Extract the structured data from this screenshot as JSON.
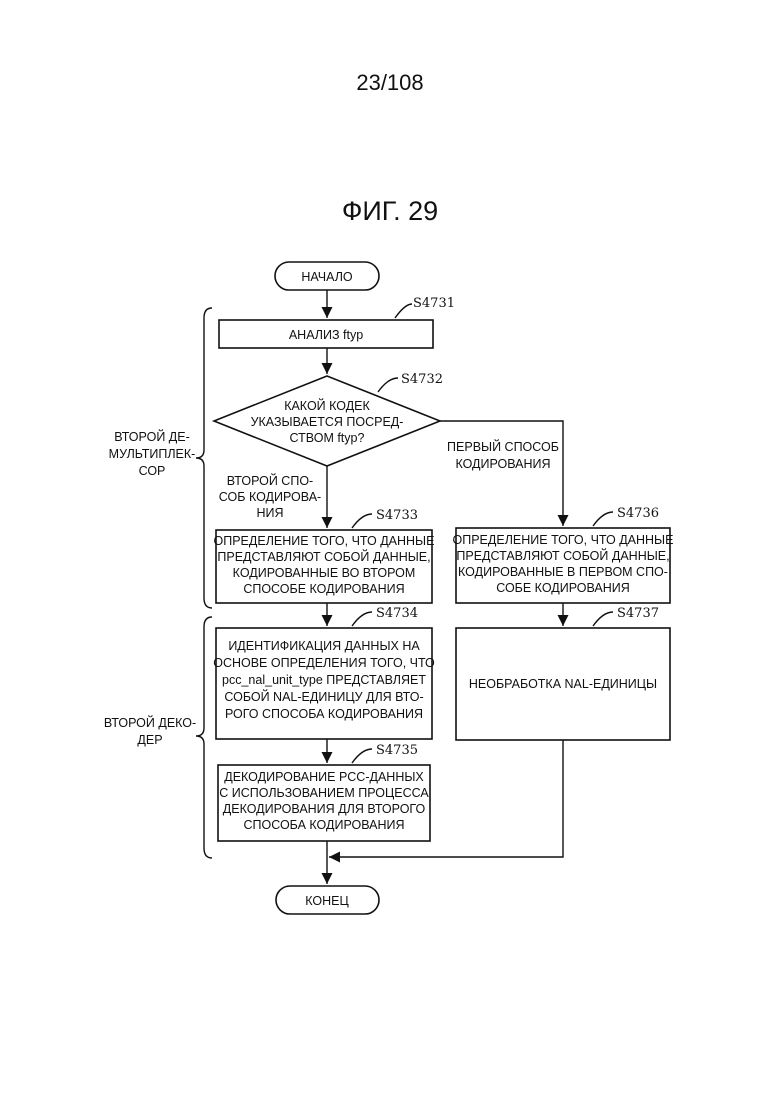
{
  "page_number": "23/108",
  "figure_title": "ФИГ. 29",
  "flowchart": {
    "start": "НАЧАЛО",
    "end": "КОНЕЦ",
    "s4731": {
      "id": "S4731",
      "lines": [
        "АНАЛИЗ ftyp"
      ]
    },
    "s4732": {
      "id": "S4732",
      "lines": [
        "КАКОЙ КОДЕК",
        "УКАЗЫВАЕТСЯ ПОСРЕД-",
        "СТВОМ ftyp?"
      ]
    },
    "s4733": {
      "id": "S4733",
      "lines": [
        "ОПРЕДЕЛЕНИЕ ТОГО, ЧТО ДАННЫЕ",
        "ПРЕДСТАВЛЯЮТ СОБОЙ ДАННЫЕ,",
        "КОДИРОВАННЫЕ ВО ВТОРОМ",
        "СПОСОБЕ КОДИРОВАНИЯ"
      ]
    },
    "s4734": {
      "id": "S4734",
      "lines": [
        "ИДЕНТИФИКАЦИЯ ДАННЫХ НА",
        "ОСНОВЕ ОПРЕДЕЛЕНИЯ ТОГО, ЧТО",
        "pcc_nal_unit_type ПРЕДСТАВЛЯЕТ",
        "СОБОЙ NAL-ЕДИНИЦУ ДЛЯ ВТО-",
        "РОГО СПОСОБА КОДИРОВАНИЯ"
      ]
    },
    "s4735": {
      "id": "S4735",
      "lines": [
        "ДЕКОДИРОВАНИЕ PCC-ДАННЫХ",
        "С ИСПОЛЬЗОВАНИЕМ ПРОЦЕССА",
        "ДЕКОДИРОВАНИЯ ДЛЯ ВТОРОГО",
        "СПОСОБА КОДИРОВАНИЯ"
      ]
    },
    "s4736": {
      "id": "S4736",
      "lines": [
        "ОПРЕДЕЛЕНИЕ ТОГО, ЧТО ДАННЫЕ",
        "ПРЕДСТАВЛЯЮТ СОБОЙ ДАННЫЕ,",
        "КОДИРОВАННЫЕ В ПЕРВОМ СПО-",
        "СОБЕ КОДИРОВАНИЯ"
      ]
    },
    "s4737": {
      "id": "S4737",
      "lines": [
        "НЕОБРАБОТКА NAL-ЕДИНИЦЫ"
      ]
    },
    "branch_second": [
      "ВТОРОЙ СПО-",
      "СОБ КОДИРОВА-",
      "НИЯ"
    ],
    "branch_first": [
      "ПЕРВЫЙ СПОСОБ",
      "КОДИРОВАНИЯ"
    ],
    "group_demux": [
      "ВТОРОЙ ДЕ-",
      "МУЛЬТИПЛЕК-",
      "СОР"
    ],
    "group_decoder": [
      "ВТОРОЙ ДЕКО-",
      "ДЕР"
    ]
  }
}
